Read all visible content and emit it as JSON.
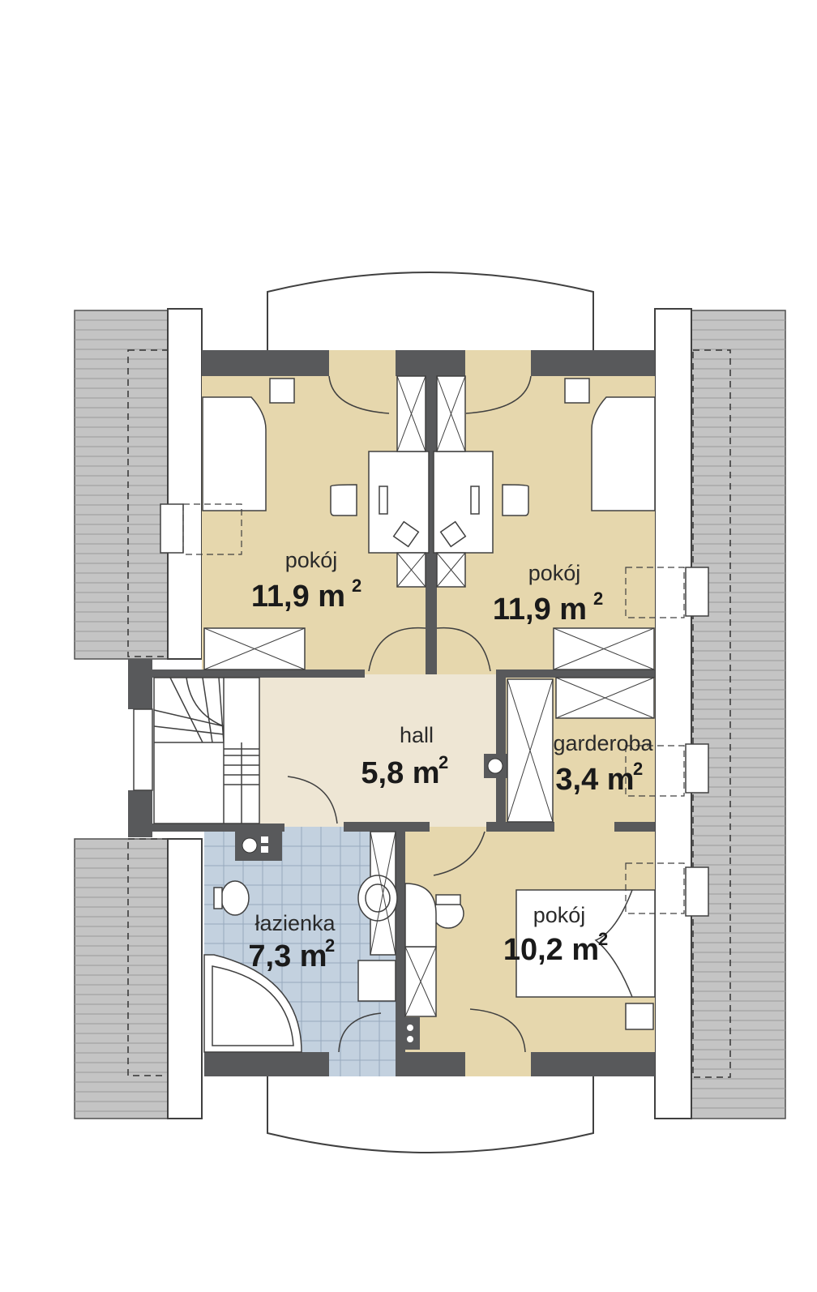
{
  "colors": {
    "room_beige": "#e6d7ad",
    "hall_light": "#eee6d4",
    "bathroom_blue": "#c3d1df",
    "wall_dark": "#58595b",
    "roof_gray": "#c4c4c4",
    "line": "#404040"
  },
  "rooms": [
    {
      "name": "pokój",
      "area_value": "11,9 m",
      "area_sup": "2"
    },
    {
      "name": "pokój",
      "area_value": "11,9 m",
      "area_sup": "2"
    },
    {
      "name": "hall",
      "area_value": "5,8 m",
      "area_sup": "2"
    },
    {
      "name": "garderoba",
      "area_value": "3,4 m",
      "area_sup": "2"
    },
    {
      "name": "łazienka",
      "area_value": "7,3 m",
      "area_sup": "2"
    },
    {
      "name": "pokój",
      "area_value": "10,2 m",
      "area_sup": "2"
    }
  ]
}
